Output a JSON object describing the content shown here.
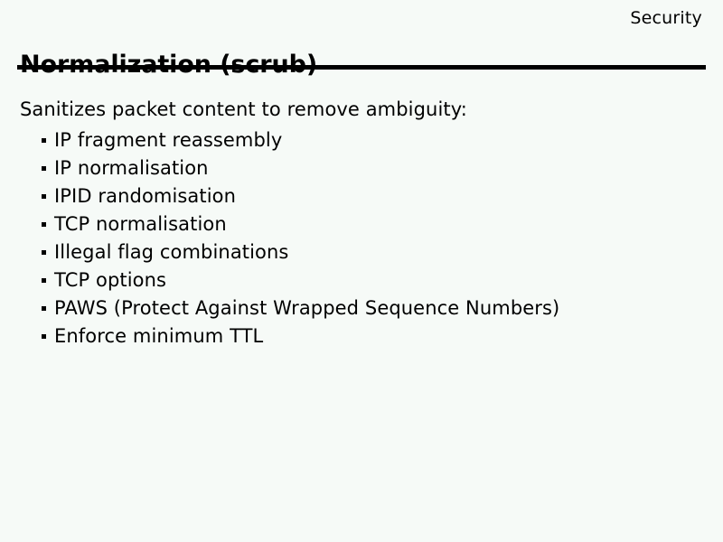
{
  "slide": {
    "header_label": "Security",
    "title": "Normalization (scrub)",
    "intro": "Sanitizes packet content to remove ambiguity:",
    "bullet_marker": "filled-square-bullet",
    "bullets": [
      {
        "text": "IP fragment reassembly"
      },
      {
        "text": "IP normalisation"
      },
      {
        "text": "IPID randomisation"
      },
      {
        "text": "TCP normalisation"
      },
      {
        "text": "Illegal flag combinations"
      },
      {
        "text": "TCP options"
      },
      {
        "text": "PAWS (Protect Against Wrapped Sequence Numbers)"
      },
      {
        "text": "Enforce minimum TTL"
      }
    ],
    "colors": {
      "background": "#f6faf7",
      "text": "#000000",
      "rule": "#000000"
    }
  }
}
